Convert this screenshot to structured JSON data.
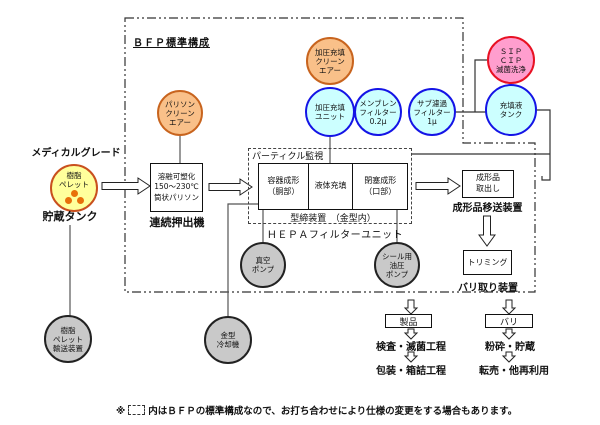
{
  "diagram": {
    "boundary_label": "ＢＦＰ標準構成",
    "medical_grade": "メディカルグレード",
    "storage": {
      "circle": "樹脂\nペレット",
      "label": "貯蔵タンク"
    },
    "pellet_transport": "樹脂\nペレット\n輸送装置",
    "extruder": {
      "box": "溶融可塑化\n150～230℃\n筒状パリソン",
      "label": "連続押出機"
    },
    "parison_air": "パリソン\nクリーン\nエアー",
    "fill_air": "加圧充填\nクリーン\nエアー",
    "fill_unit": "加圧充填\nユニット",
    "membrane_filter": "メンブレン\nフィルター\n0.2μ",
    "sub_filter": "サブ濾過\nフィルター\n1μ",
    "sip_cip": "ＳＩＰ\nＣＩＰ\n滅菌洗浄",
    "fill_tank": "充填液\nタンク",
    "particle_monitor": "パーティクル監視",
    "mold_cells": [
      "容器成形\n（胴部）",
      "液体充填",
      "閉塞成形\n（口部）"
    ],
    "mold_label": "型締装置　（金型内）",
    "hepa": "ＨＥＰＡフィルターユニット",
    "vacuum_pump": "真空\nポンプ",
    "seal_pump": "シール用\n油圧\nポンプ",
    "mold_cooler": "金型\n冷却機",
    "takeout": {
      "box": "成形品\n取出し",
      "label": "成形品移送装置"
    },
    "trimming": {
      "box": "トリミング",
      "label": "バリ取り装置"
    },
    "product": {
      "box": "製品",
      "step1": "検査・滅菌工程",
      "step2": "包装・箱詰工程"
    },
    "burr": {
      "box": "バリ",
      "step1": "粉砕・貯蔵",
      "step2": "転売・他再利用"
    },
    "footnote_prefix": "※",
    "footnote": "内はＢＦＰの標準構成なので、お打ち合わせにより仕様の変更をする場合もあります。"
  },
  "colors": {
    "orange_fill": "#F9C089",
    "orange_stroke": "#C8641E",
    "blue_fill": "#CCFFFF",
    "blue_stroke": "#1414E6",
    "pink_fill": "#FF9ECE",
    "pink_stroke": "#E81123",
    "yellow_fill": "#FFFF9C",
    "yellow_stroke": "#C9501E",
    "gray_fill": "#C9C9C9",
    "pellet_dot": "#E8700A",
    "line": "#444444"
  }
}
